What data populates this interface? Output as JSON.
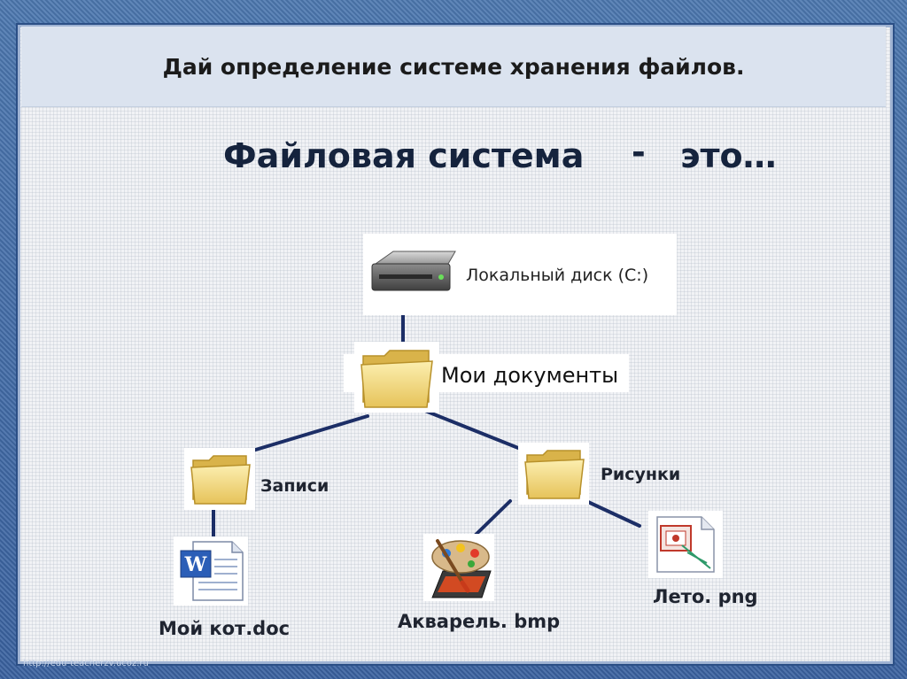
{
  "title": "Дай определение системе хранения файлов.",
  "heading": {
    "subject": "Файловая система",
    "dash": "-",
    "rest": "это…"
  },
  "tree": {
    "disk": {
      "label": "Локальный диск (C:)",
      "icon": "hard-disk-icon"
    },
    "root_folder": {
      "label": "Мои документы",
      "icon": "folder-icon"
    },
    "folders": [
      {
        "label": "Записи",
        "icon": "folder-icon"
      },
      {
        "label": "Рисунки",
        "icon": "folder-icon"
      }
    ],
    "files": [
      {
        "label": "Мой кот.doc",
        "icon": "word-document-icon"
      },
      {
        "label": "Акварель. bmp",
        "icon": "paint-palette-icon"
      },
      {
        "label": "Лето. png",
        "icon": "image-file-icon"
      }
    ]
  },
  "watermark": "http://edu-teacherzv.ucoz.ru",
  "colors": {
    "border": "#3f6aa0",
    "connector": "#1c2e66",
    "folder": "#f2d675"
  }
}
